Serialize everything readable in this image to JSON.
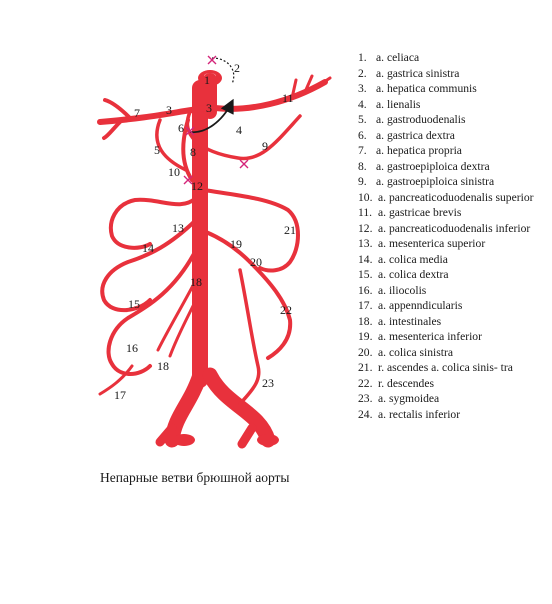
{
  "colors": {
    "artery": "#e8313c",
    "text": "#1a1a1a",
    "marker": "#d4257a"
  },
  "caption": "Непарные ветви брюшной аорты",
  "numbers": [
    "1",
    "2",
    "3",
    "4",
    "5",
    "6",
    "7",
    "8",
    "9",
    "10",
    "11",
    "12",
    "13",
    "14",
    "15",
    "16",
    "17",
    "18",
    "18",
    "19",
    "20",
    "21",
    "22",
    "23",
    "3"
  ],
  "legend": [
    {
      "num": "1.",
      "text": "a. celiaca"
    },
    {
      "num": "2.",
      "text": "a. gastrica sinistra"
    },
    {
      "num": "3.",
      "text": "a. hepatica communis"
    },
    {
      "num": "4.",
      "text": "a. lienalis"
    },
    {
      "num": "5.",
      "text": "a. gastroduodenalis"
    },
    {
      "num": "6.",
      "text": "a. gastrica dextra"
    },
    {
      "num": "7.",
      "text": "a. hepatica propria"
    },
    {
      "num": "8.",
      "text": "a. gastroepiploica dextra"
    },
    {
      "num": "9.",
      "text": "a. gastroepiploica sinistra"
    },
    {
      "num": "10.",
      "text": "a. pancreaticoduodenalis superior"
    },
    {
      "num": "11.",
      "text": "a. gastricae brevis"
    },
    {
      "num": "12.",
      "text": "a. pancreaticoduodenalis inferior"
    },
    {
      "num": "13.",
      "text": "a. mesenterica superior"
    },
    {
      "num": "14.",
      "text": "a. colica media"
    },
    {
      "num": "15.",
      "text": "a. colica dextra"
    },
    {
      "num": "16.",
      "text": "a. iliocolis"
    },
    {
      "num": "17.",
      "text": "a. appenndicularis"
    },
    {
      "num": "18.",
      "text": "a. intestinales"
    },
    {
      "num": "19.",
      "text": "a. mesenterica inferior"
    },
    {
      "num": "20.",
      "text": "a. colica sinistra"
    },
    {
      "num": "21.",
      "text": "r. ascendes a. colica sinis- tra"
    },
    {
      "num": "22.",
      "text": "r. descendes"
    },
    {
      "num": "23.",
      "text": "a. sygmoidea"
    },
    {
      "num": "24.",
      "text": "a. rectalis inferior"
    }
  ]
}
